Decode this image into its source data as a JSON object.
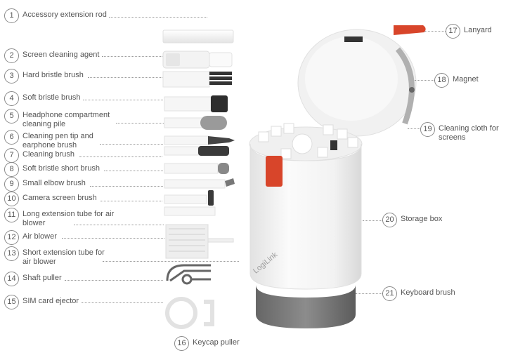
{
  "callouts": [
    {
      "n": "1",
      "label": "Accessory extension rod"
    },
    {
      "n": "2",
      "label": "Screen cleaning agent"
    },
    {
      "n": "3",
      "label": "Hard bristle brush"
    },
    {
      "n": "4",
      "label": "Soft bristle brush"
    },
    {
      "n": "5",
      "label": "Headphone compartment cleaning pile"
    },
    {
      "n": "6",
      "label": "Cleaning pen tip and earphone brush"
    },
    {
      "n": "7",
      "label": "Cleaning brush"
    },
    {
      "n": "8",
      "label": "Soft bristle short brush"
    },
    {
      "n": "9",
      "label": "Small elbow brush"
    },
    {
      "n": "10",
      "label": "Camera screen brush"
    },
    {
      "n": "11",
      "label": "Long extension tube for air blower"
    },
    {
      "n": "12",
      "label": "Air blower"
    },
    {
      "n": "13",
      "label": "Short extension tube for air blower"
    },
    {
      "n": "14",
      "label": "Shaft puller"
    },
    {
      "n": "15",
      "label": "SIM card ejector"
    },
    {
      "n": "16",
      "label": "Keycap puller"
    },
    {
      "n": "17",
      "label": "Lanyard"
    },
    {
      "n": "18",
      "label": "Magnet"
    },
    {
      "n": "19",
      "label": "Cleaning cloth for screens"
    },
    {
      "n": "20",
      "label": "Storage box"
    },
    {
      "n": "21",
      "label": "Keyboard brush"
    }
  ],
  "brand": "LogiLink",
  "colors": {
    "accent": "#d8452a",
    "outline": "#8a8a8a",
    "text": "#555555",
    "body": "#f4f4f4"
  }
}
